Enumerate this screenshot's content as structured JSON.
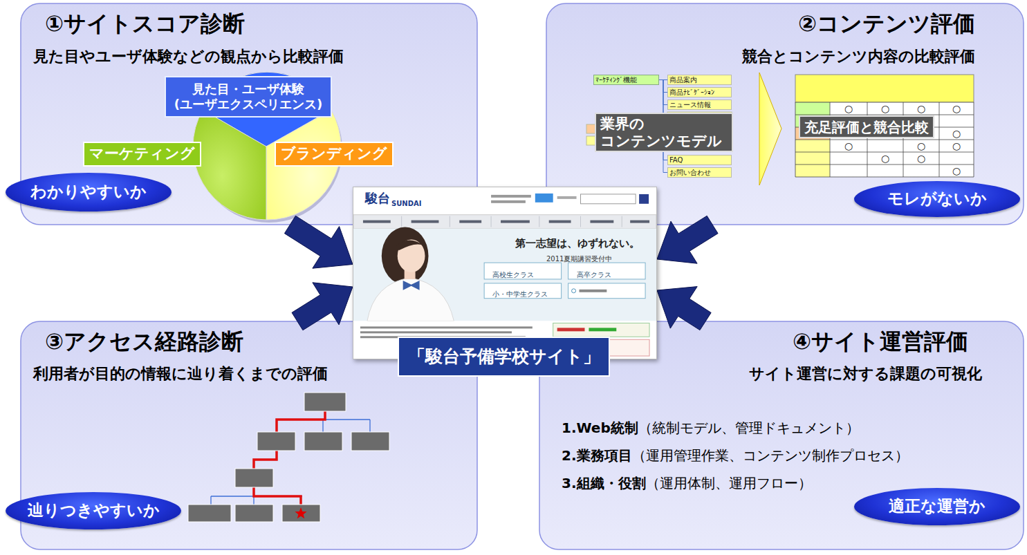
{
  "diagram": {
    "nodes": [
      {
        "text": [
          "①サイトスコア診断",
          "見た目やユーザ体験などの観点から比較評価"
        ]
      },
      {
        "text": [
          "見た目・ユーザ体験 (ユーザエクスペリエンス)"
        ],
        "in": 0
      },
      {
        "text": [
          "マーケティング"
        ],
        "in": 0
      },
      {
        "text": [
          "ブランディング"
        ],
        "in": 0
      },
      {
        "text": [
          "わかりやすいか"
        ],
        "in": 0
      },
      {
        "text": [
          "②コンテンツ評価",
          "競合とコンテンツ内容の比較評価"
        ]
      },
      {
        "text": [
          "ﾏｰｹﾃｨﾝｸﾞ機能"
        ],
        "in": 5
      },
      {
        "text": [
          "商品案内"
        ],
        "in": 5
      },
      {
        "text": [
          "商品ﾅﾋﾞｹﾞｰｼｮﾝ"
        ],
        "in": 5
      },
      {
        "text": [
          "ニュース情報"
        ],
        "in": 5
      },
      {
        "text": [
          "業界の コンテンツモデル"
        ],
        "in": 5
      },
      {
        "text": [
          "FAQ"
        ],
        "in": 5
      },
      {
        "text": [
          "お問い合わせ"
        ],
        "in": 5
      },
      {
        "text": [
          "充足評価と競合比較"
        ],
        "in": 5
      },
      {
        "text": [
          "モレがないか"
        ],
        "in": 5
      },
      {
        "text": [
          "「駿台予備学校サイト」"
        ]
      },
      {
        "text": [
          "③アクセス経路診断",
          "利用者が目的の情報に辿り着くまでの評価"
        ]
      },
      {
        "text": [
          "辿りつきやすいか"
        ],
        "in": 16
      },
      {
        "text": [
          "④サイト運営評価",
          "サイト運営に対する課題の可視化",
          "1.Web統制",
          "（統制モデル、管理ドキュメント）",
          "2.業務項目",
          "（運用管理作業、コンテンツ制作プロセス）",
          "3.組織・役割",
          "（運用体制、運用フロー）"
        ]
      },
      {
        "text": [
          "適正な運営か"
        ],
        "in": 18
      }
    ],
    "edges": [
      {
        "from": 0,
        "to": 15,
        "arrow": "to"
      },
      {
        "from": 5,
        "to": 15,
        "arrow": "to"
      },
      {
        "from": 16,
        "to": 15,
        "arrow": "to"
      },
      {
        "from": 18,
        "to": 15,
        "arrow": "to"
      },
      {
        "from": 6,
        "to": 7,
        "arrow": "none"
      },
      {
        "from": 6,
        "to": 8,
        "arrow": "none"
      },
      {
        "from": 6,
        "to": 9,
        "arrow": "none"
      },
      {
        "from": 6,
        "to": 11,
        "arrow": "none"
      },
      {
        "from": 6,
        "to": 12,
        "arrow": "none"
      }
    ],
    "labels": [
      "○",
      "○",
      "○",
      "○",
      "○",
      "○",
      "○",
      "○",
      "○",
      "○",
      "○",
      "駿台",
      "SUNDAI",
      "第一志望は、ゆずれない。",
      "2011夏期講習受付中",
      "高校生クラス",
      "高卒クラス",
      "小・中学生クラス"
    ]
  }
}
